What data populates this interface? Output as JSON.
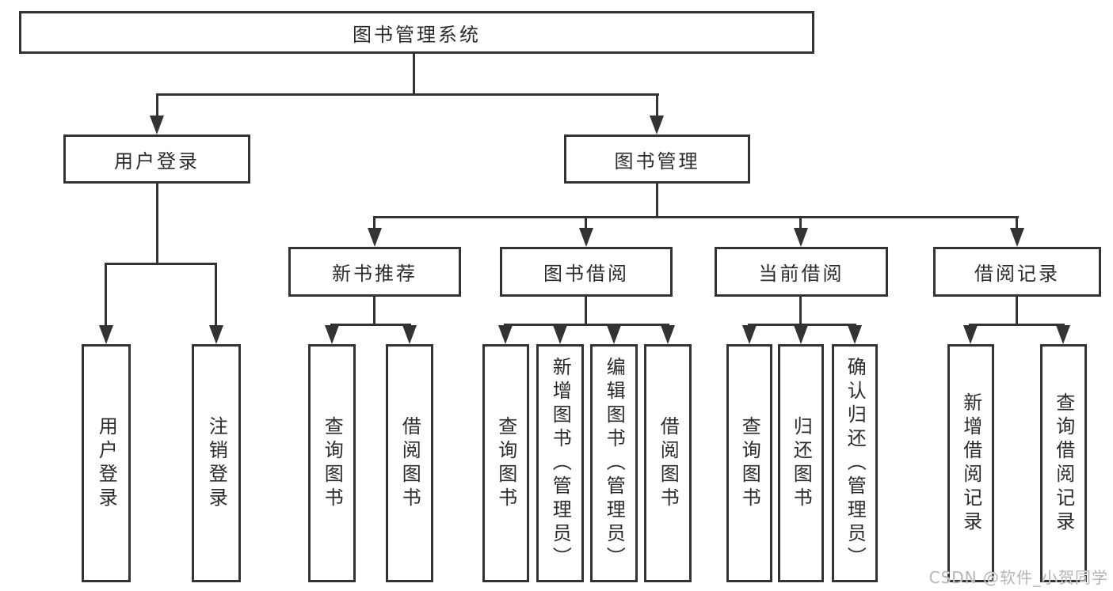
{
  "diagram": {
    "root": {
      "label": "图书管理系统"
    },
    "level2": [
      {
        "id": "user-login",
        "label": "用户登录"
      },
      {
        "id": "book-management",
        "label": "图书管理"
      }
    ],
    "level3": [
      {
        "id": "new-book-recommend",
        "label": "新书推荐",
        "parent": "图书管理"
      },
      {
        "id": "book-borrow",
        "label": "图书借阅",
        "parent": "图书管理"
      },
      {
        "id": "current-borrow",
        "label": "当前借阅",
        "parent": "图书管理"
      },
      {
        "id": "borrow-record",
        "label": "借阅记录",
        "parent": "图书管理"
      }
    ],
    "leaves": [
      {
        "id": "leaf-user-login",
        "label": "用户登录",
        "parent": "用户登录"
      },
      {
        "id": "leaf-logout-login",
        "label": "注销登录",
        "parent": "用户登录"
      },
      {
        "id": "leaf-query-books-newbook",
        "label": "查询图书",
        "parent": "新书推荐"
      },
      {
        "id": "leaf-borrow-books-newbook",
        "label": "借阅图书",
        "parent": "新书推荐"
      },
      {
        "id": "leaf-query-books-borrow",
        "label": "查询图书",
        "parent": "图书借阅"
      },
      {
        "id": "leaf-add-books-admin",
        "label": "新增图书（管理员）",
        "parent": "图书借阅"
      },
      {
        "id": "leaf-edit-books-admin",
        "label": "编辑图书（管理员）",
        "parent": "图书借阅"
      },
      {
        "id": "leaf-borrow-books-borrow",
        "label": "借阅图书",
        "parent": "图书借阅"
      },
      {
        "id": "leaf-query-books-current",
        "label": "查询图书",
        "parent": "当前借阅"
      },
      {
        "id": "leaf-return-books",
        "label": "归还图书",
        "parent": "当前借阅"
      },
      {
        "id": "leaf-confirm-return-admin",
        "label": "确认归还（管理员）",
        "parent": "当前借阅"
      },
      {
        "id": "leaf-add-borrow-record",
        "label": "新增借阅记录",
        "parent": "借阅记录"
      },
      {
        "id": "leaf-query-borrow-record",
        "label": "查询借阅记录",
        "parent": "借阅记录"
      }
    ],
    "watermark": "CSDN @软件_小贺同学",
    "colors": {
      "line": "#333333",
      "text": "#2b2b2b",
      "watermark": "#b5b5b5",
      "background": "#ffffff"
    }
  }
}
